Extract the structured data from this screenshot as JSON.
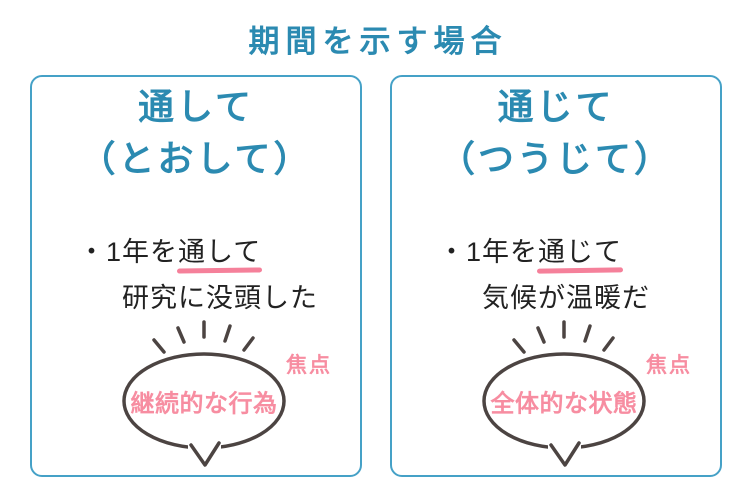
{
  "title": "期間を示す場合",
  "colors": {
    "teal_text": "#2b8ab1",
    "box_border": "#45a1c7",
    "pink": "#f78da1",
    "pink_underline": "#f5809a",
    "bubble_outline": "#4c4442",
    "text": "#222222"
  },
  "cards": [
    {
      "headword": "通して",
      "reading": "（とおして）",
      "example": {
        "line1_plain": "・1年を",
        "highlight": "通して",
        "line2": "研究に没頭した"
      },
      "focus_label": "焦点",
      "bubble_text": "継続的な行為"
    },
    {
      "headword": "通じて",
      "reading": "（つうじて）",
      "example": {
        "line1_plain": "・1年を",
        "highlight": "通じて",
        "line2": "気候が温暖だ"
      },
      "focus_label": "焦点",
      "bubble_text": "全体的な状態"
    }
  ]
}
